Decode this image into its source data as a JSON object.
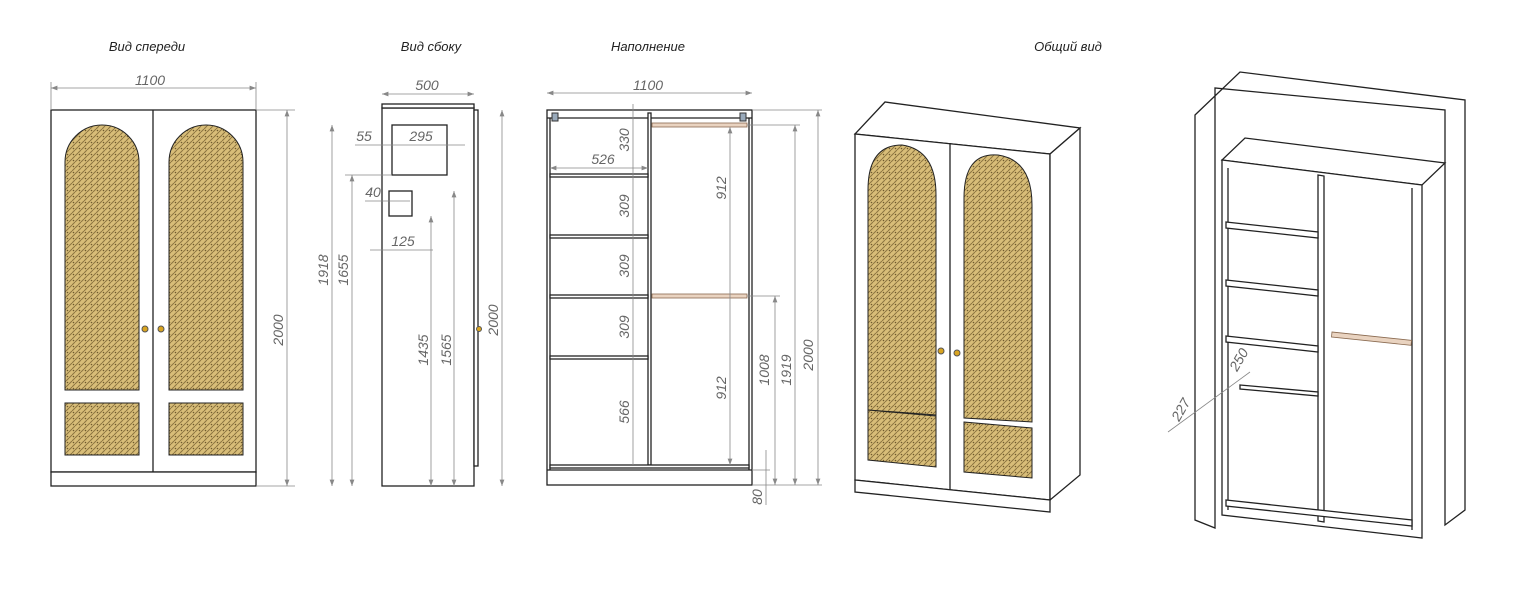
{
  "titles": {
    "front": "Вид спереди",
    "side": "Вид сбоку",
    "filling": "Наполнение",
    "general": "Общий вид"
  },
  "front_dims": {
    "width": "1100",
    "height": "2000"
  },
  "side_dims": {
    "depth": "500",
    "d55": "55",
    "d295": "295",
    "d40": "40",
    "d125": "125",
    "d1918": "1918",
    "d1655": "1655",
    "d1435": "1435",
    "d1565": "1565",
    "height": "2000"
  },
  "filling_dims": {
    "width": "1100",
    "d330": "330",
    "d526": "526",
    "d309a": "309",
    "d309b": "309",
    "d309c": "309",
    "d566": "566",
    "d912a": "912",
    "d912b": "912",
    "d1008": "1008",
    "d1919": "1919",
    "height": "2000",
    "plinth": "80"
  },
  "general_dims": {
    "d227": "227",
    "d250": "250"
  },
  "colors": {
    "rattan": "#c9a85c",
    "rail": "#e9d3c0",
    "knob": "#d9a420"
  }
}
